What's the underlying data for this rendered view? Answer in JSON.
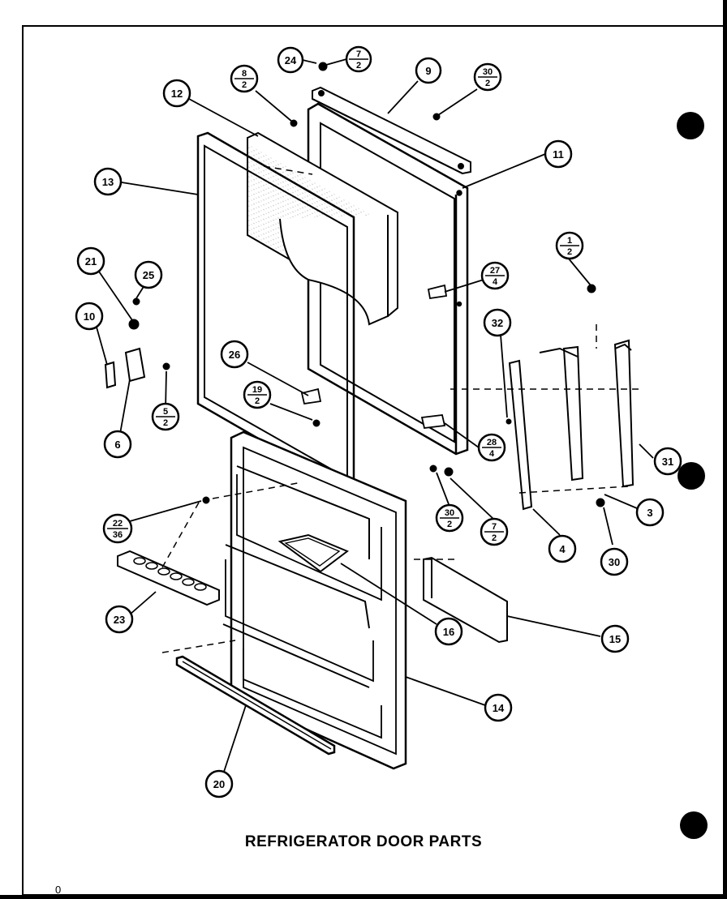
{
  "title": "REFRIGERATOR DOOR PARTS",
  "page_marker": "0",
  "callouts": [
    {
      "id": "c24",
      "top": "24"
    },
    {
      "id": "c7a",
      "top": "7",
      "bottom": "2"
    },
    {
      "id": "c9",
      "top": "9"
    },
    {
      "id": "c30a",
      "top": "30",
      "bottom": "2"
    },
    {
      "id": "c8",
      "top": "8",
      "bottom": "2"
    },
    {
      "id": "c12",
      "top": "12"
    },
    {
      "id": "c11",
      "top": "11"
    },
    {
      "id": "c13",
      "top": "13"
    },
    {
      "id": "c1",
      "top": "1",
      "bottom": "2"
    },
    {
      "id": "c21",
      "top": "21"
    },
    {
      "id": "c25",
      "top": "25"
    },
    {
      "id": "c27",
      "top": "27",
      "bottom": "4"
    },
    {
      "id": "c10",
      "top": "10"
    },
    {
      "id": "c32",
      "top": "32"
    },
    {
      "id": "c26",
      "top": "26"
    },
    {
      "id": "c19",
      "top": "19",
      "bottom": "2"
    },
    {
      "id": "c5",
      "top": "5",
      "bottom": "2"
    },
    {
      "id": "c6",
      "top": "6"
    },
    {
      "id": "c28",
      "top": "28",
      "bottom": "4"
    },
    {
      "id": "c31",
      "top": "31"
    },
    {
      "id": "c3",
      "top": "3"
    },
    {
      "id": "c22",
      "top": "22",
      "bottom": "36"
    },
    {
      "id": "c30b",
      "top": "30",
      "bottom": "2"
    },
    {
      "id": "c7b",
      "top": "7",
      "bottom": "2"
    },
    {
      "id": "c4",
      "top": "4"
    },
    {
      "id": "c30c",
      "top": "30"
    },
    {
      "id": "c23",
      "top": "23"
    },
    {
      "id": "c16",
      "top": "16"
    },
    {
      "id": "c15",
      "top": "15"
    },
    {
      "id": "c14",
      "top": "14"
    },
    {
      "id": "c20",
      "top": "20"
    }
  ]
}
